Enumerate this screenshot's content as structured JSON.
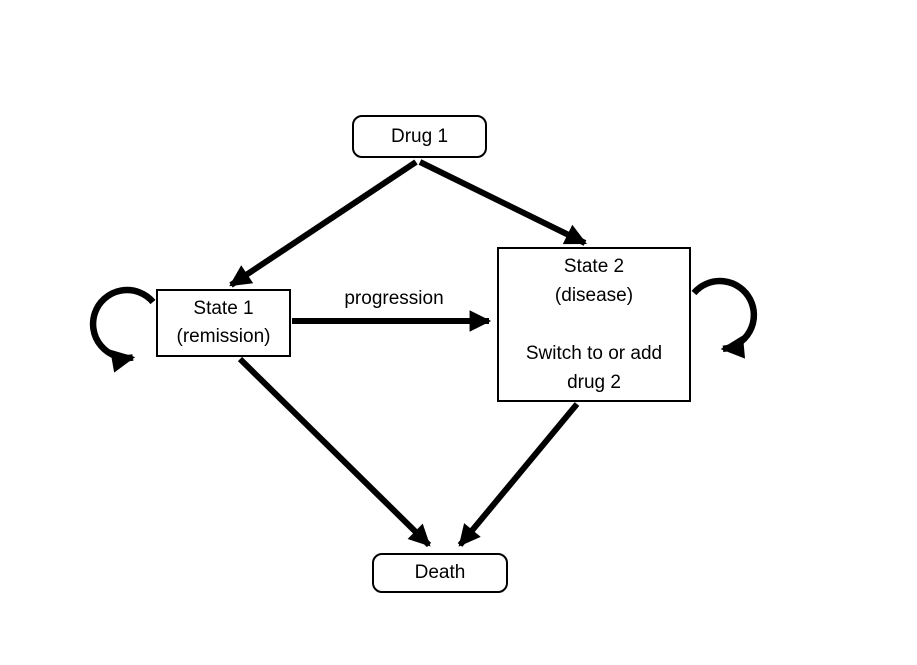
{
  "diagram": {
    "background_color": "#ffffff",
    "stroke_color": "#000000",
    "text_color": "#000000",
    "nodes": {
      "drug1": {
        "label": "Drug 1",
        "shape": "rounded-rectangle"
      },
      "state1": {
        "shape": "rectangle",
        "lines": [
          "State 1",
          "(remission)"
        ]
      },
      "state2": {
        "shape": "rectangle",
        "lines": [
          "State 2",
          "(disease)",
          "",
          "Switch to or add",
          "drug 2"
        ]
      },
      "death": {
        "label": "Death",
        "shape": "rounded-rectangle"
      }
    },
    "edges": [
      {
        "from": "drug1",
        "to": "state1",
        "label": "",
        "type": "straight-arrow"
      },
      {
        "from": "drug1",
        "to": "state2",
        "label": "",
        "type": "straight-arrow"
      },
      {
        "from": "state1",
        "to": "state2",
        "label": "progression",
        "type": "straight-arrow"
      },
      {
        "from": "state1",
        "to": "death",
        "label": "",
        "type": "straight-arrow"
      },
      {
        "from": "state2",
        "to": "death",
        "label": "",
        "type": "straight-arrow"
      },
      {
        "from": "state1",
        "to": "state1",
        "label": "",
        "type": "self-loop"
      },
      {
        "from": "state2",
        "to": "state2",
        "label": "",
        "type": "self-loop"
      }
    ]
  }
}
